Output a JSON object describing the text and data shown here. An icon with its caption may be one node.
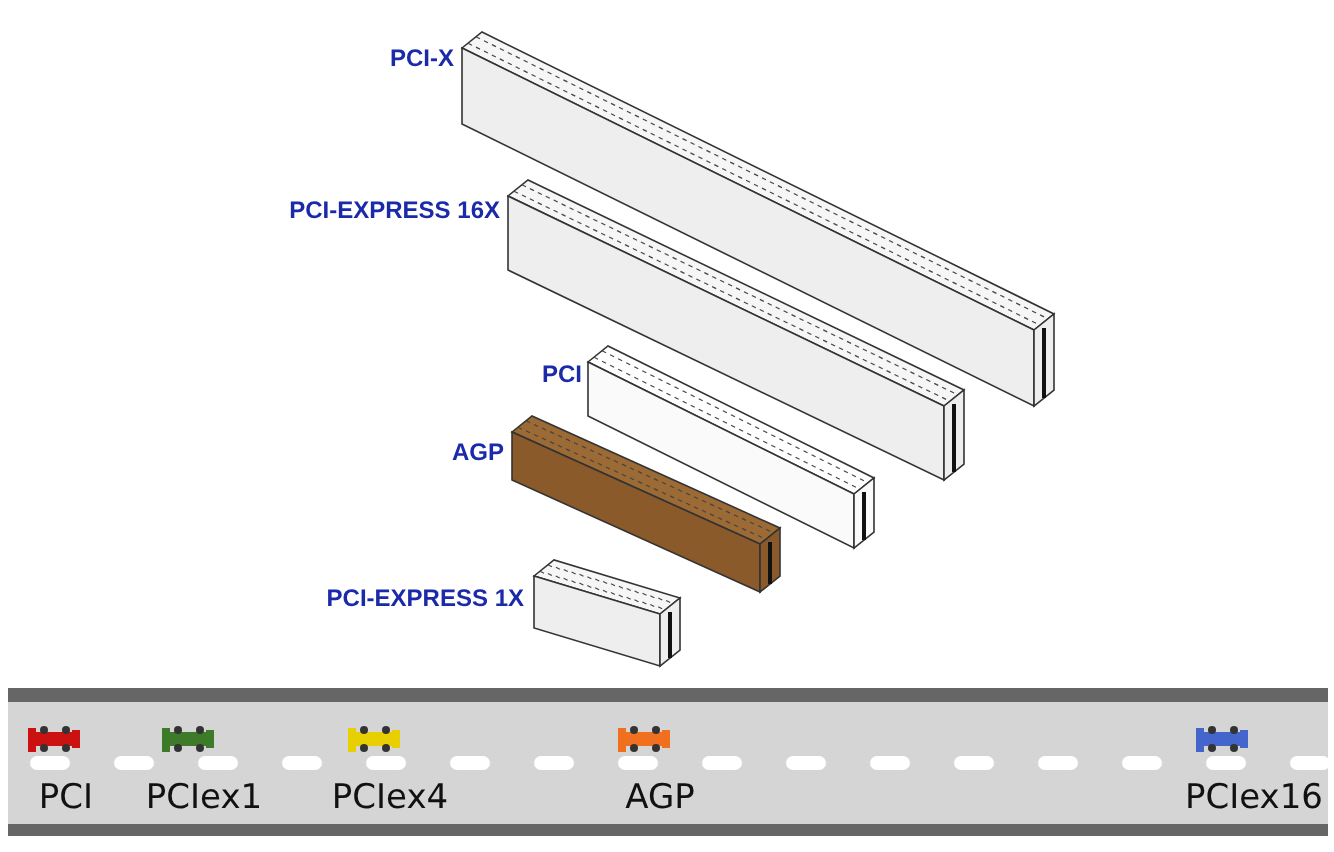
{
  "diagram": {
    "labels": [
      "PCI-X",
      "PCI-EXPRESS 16X",
      "PCI",
      "AGP",
      "PCI-EXPRESS 1X",
      "PCI",
      "PCIex1",
      "PCIex4",
      "AGP",
      "PCIex16"
    ]
  }
}
